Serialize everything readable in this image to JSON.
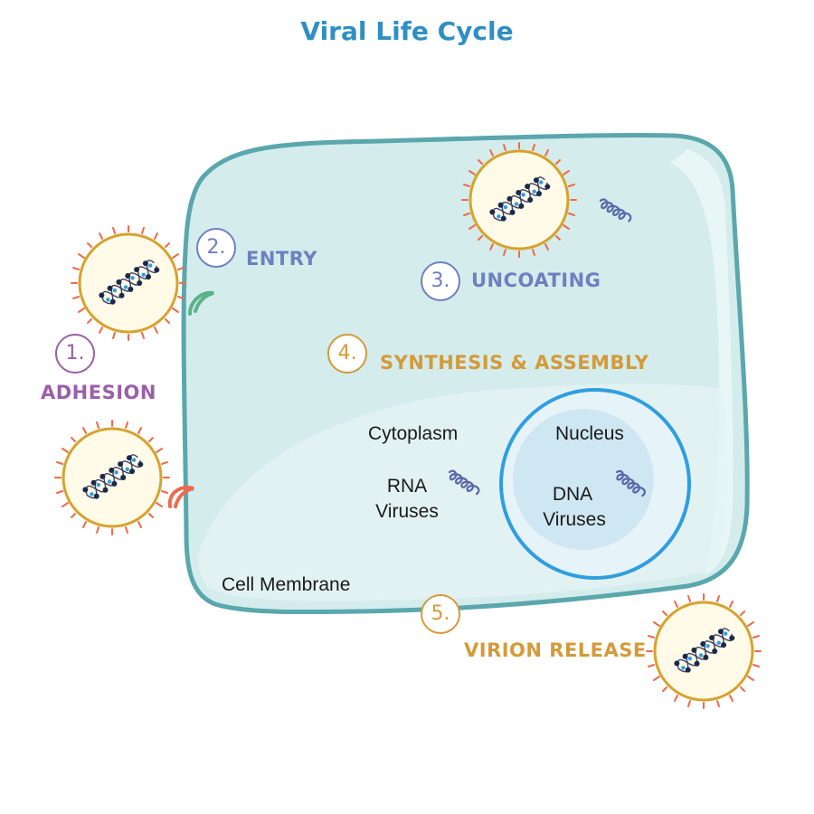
{
  "title": "Viral Life Cycle",
  "steps": [
    {
      "number": "1.",
      "label": "ADHESION",
      "color": "#9b5ea8"
    },
    {
      "number": "2.",
      "label": "ENTRY",
      "color": "#6f7fc0"
    },
    {
      "number": "3.",
      "label": "UNCOATING",
      "color": "#6f7fc0"
    },
    {
      "number": "4.",
      "label": "SYNTHESIS & ASSEMBLY",
      "color": "#d49a3a"
    },
    {
      "number": "5.",
      "label": "VIRION RELEASE",
      "color": "#d49a3a"
    }
  ],
  "regions": {
    "cytoplasm": "Cytoplasm",
    "nucleus": "Nucleus",
    "rna_viruses_line1": "RNA",
    "rna_viruses_line2": "Viruses",
    "dna_viruses_line1": "DNA",
    "dna_viruses_line2": "Viruses",
    "cell_membrane": "Cell Membrane"
  },
  "colors": {
    "title": "#2f8fc4",
    "cell_fill": "#d4ecec",
    "cell_stroke": "#5aa7ad",
    "nucleus_stroke": "#2f9ee0",
    "virion_ring": "#d7a22c",
    "virion_fill": "#fffbe8",
    "spike": "#ef6a4d",
    "helix": "#5a6aa8",
    "receptor_green": "#5ab28a",
    "receptor_red": "#ef6a4d"
  }
}
